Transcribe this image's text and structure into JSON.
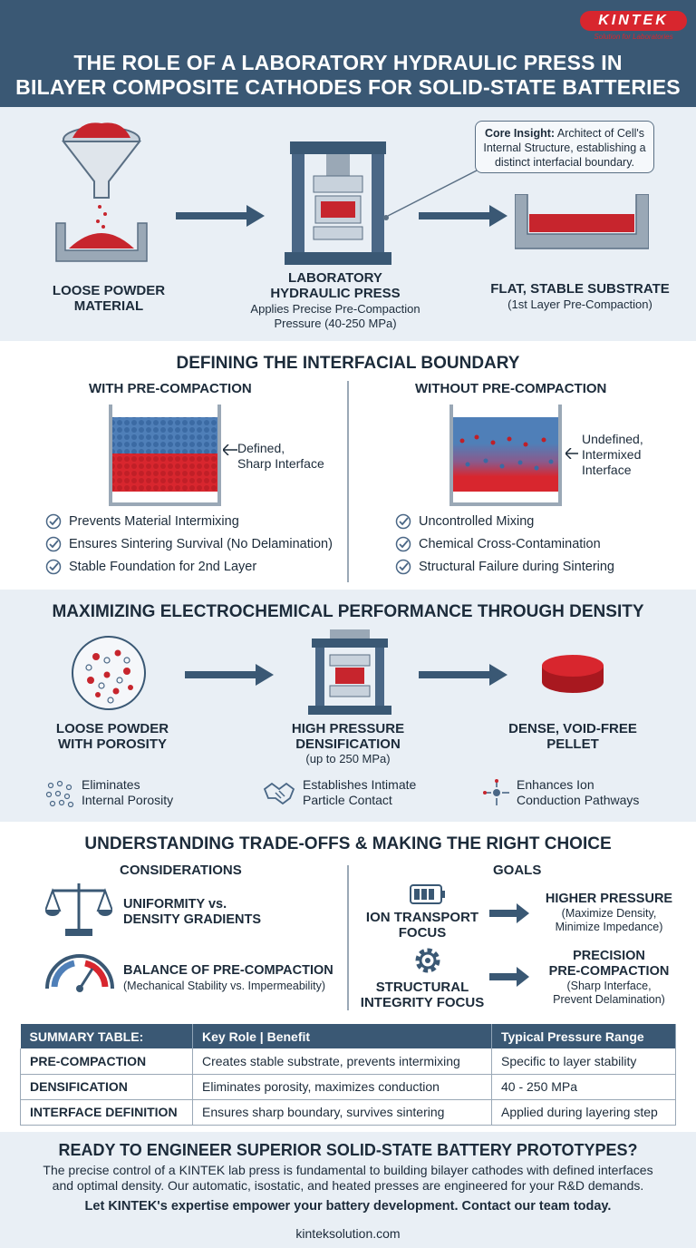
{
  "header": {
    "title_line1": "THE ROLE OF A LABORATORY HYDRAULIC PRESS IN",
    "title_line2": "BILAYER COMPOSITE CATHODES FOR SOLID-STATE BATTERIES",
    "logo_text": "KINTEK",
    "logo_tagline": "Solution for Laboratories"
  },
  "process": {
    "insight_label": "Core Insight:",
    "insight_text": "Architect of Cell's Internal Structure, establishing a distinct interfacial boundary.",
    "step1_label_1": "LOOSE POWDER",
    "step1_label_2": "MATERIAL",
    "step2_label_1": "LABORATORY",
    "step2_label_2": "HYDRAULIC PRESS",
    "step2_sub_1": "Applies Precise Pre-Compaction",
    "step2_sub_2": "Pressure (40-250 MPa)",
    "step3_label": "FLAT, STABLE SUBSTRATE",
    "step3_sub": "(1st Layer Pre-Compaction)"
  },
  "boundary": {
    "title": "DEFINING THE INTERFACIAL BOUNDARY",
    "with_heading": "WITH PRE-COMPACTION",
    "without_heading": "WITHOUT PRE-COMPACTION",
    "with_callout_1": "Defined,",
    "with_callout_2": "Sharp Interface",
    "without_callout_1": "Undefined,",
    "without_callout_2": "Intermixed",
    "without_callout_3": "Interface",
    "with_items": [
      "Prevents Material Intermixing",
      "Ensures Sintering Survival (No Delamination)",
      "Stable Foundation for 2nd Layer"
    ],
    "without_items": [
      "Uncontrolled Mixing",
      "Chemical Cross-Contamination",
      "Structural Failure during Sintering"
    ]
  },
  "density": {
    "title": "MAXIMIZING ELECTROCHEMICAL PERFORMANCE THROUGH DENSITY",
    "step1_1": "LOOSE POWDER",
    "step1_2": "WITH POROSITY",
    "step2_1": "HIGH PRESSURE",
    "step2_2": "DENSIFICATION",
    "step2_sub": "(up to 250 MPa)",
    "step3_1": "DENSE, VOID-FREE",
    "step3_2": "PELLET",
    "feat1_1": "Eliminates",
    "feat1_2": "Internal Porosity",
    "feat2_1": "Establishes Intimate",
    "feat2_2": "Particle Contact",
    "feat3_1": "Enhances Ion",
    "feat3_2": "Conduction Pathways"
  },
  "tradeoffs": {
    "title": "UNDERSTANDING TRADE-OFFS & MAKING THE RIGHT CHOICE",
    "considerations_heading": "CONSIDERATIONS",
    "goals_heading": "GOALS",
    "c1_1": "UNIFORMITY vs.",
    "c1_2": "DENSITY GRADIENTS",
    "c2_1": "BALANCE OF PRE-COMPACTION",
    "c2_2": "(Mechanical Stability vs. Impermeability)",
    "g1_1": "ION TRANSPORT",
    "g1_2": "FOCUS",
    "g1_r1": "HIGHER PRESSURE",
    "g1_r2": "(Maximize Density,",
    "g1_r3": "Minimize Impedance)",
    "g2_1": "STRUCTURAL",
    "g2_2": "INTEGRITY FOCUS",
    "g2_r1": "PRECISION",
    "g2_r2": "PRE-COMPACTION",
    "g2_r3": "(Sharp Interface,",
    "g2_r4": "Prevent Delamination)"
  },
  "summary": {
    "headers": [
      "SUMMARY TABLE:",
      "Key Role | Benefit",
      "Typical Pressure Range"
    ],
    "rows": [
      [
        "PRE-COMPACTION",
        "Creates stable substrate, prevents intermixing",
        "Specific to layer stability"
      ],
      [
        "DENSIFICATION",
        "Eliminates porosity, maximizes conduction",
        "40 - 250 MPa"
      ],
      [
        "INTERFACE DEFINITION",
        "Ensures sharp boundary, survives sintering",
        "Applied during layering step"
      ]
    ]
  },
  "cta": {
    "title": "READY TO ENGINEER SUPERIOR SOLID-STATE BATTERY PROTOTYPES?",
    "body_1": "The precise control of a KINTEK lab press is fundamental to building bilayer cathodes with defined interfaces",
    "body_2": "and optimal density. Our automatic, isostatic, and heated presses are engineered for your R&D demands.",
    "bold": "Let KINTEK's expertise empower your battery development. Contact our team today.",
    "url": "kinteksolution.com"
  },
  "colors": {
    "navy": "#3a5874",
    "red": "#d8262e",
    "blue": "#4f7fb8",
    "panel": "#e9eff5"
  }
}
